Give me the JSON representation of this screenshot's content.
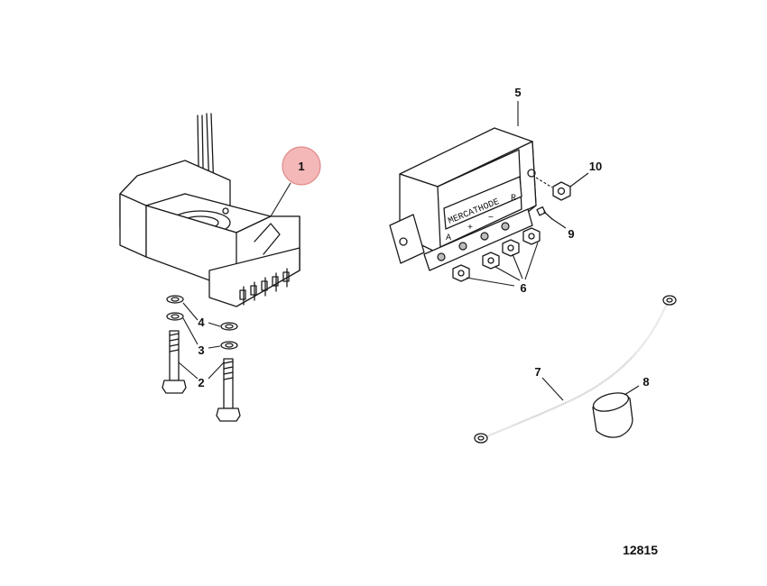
{
  "diagram": {
    "callouts": {
      "c1": "1",
      "c2": "2",
      "c3": "3",
      "c4": "4",
      "c5": "5",
      "c6": "6",
      "c7": "7",
      "c8": "8",
      "c9": "9",
      "c10": "10"
    },
    "highlight_color": "#f4b8b8",
    "controller_plate_text": "MERCATHODE",
    "terminal_labels": {
      "a": "A",
      "plus": "+",
      "minus": "−",
      "r": "R"
    },
    "figure_number": "12815"
  }
}
